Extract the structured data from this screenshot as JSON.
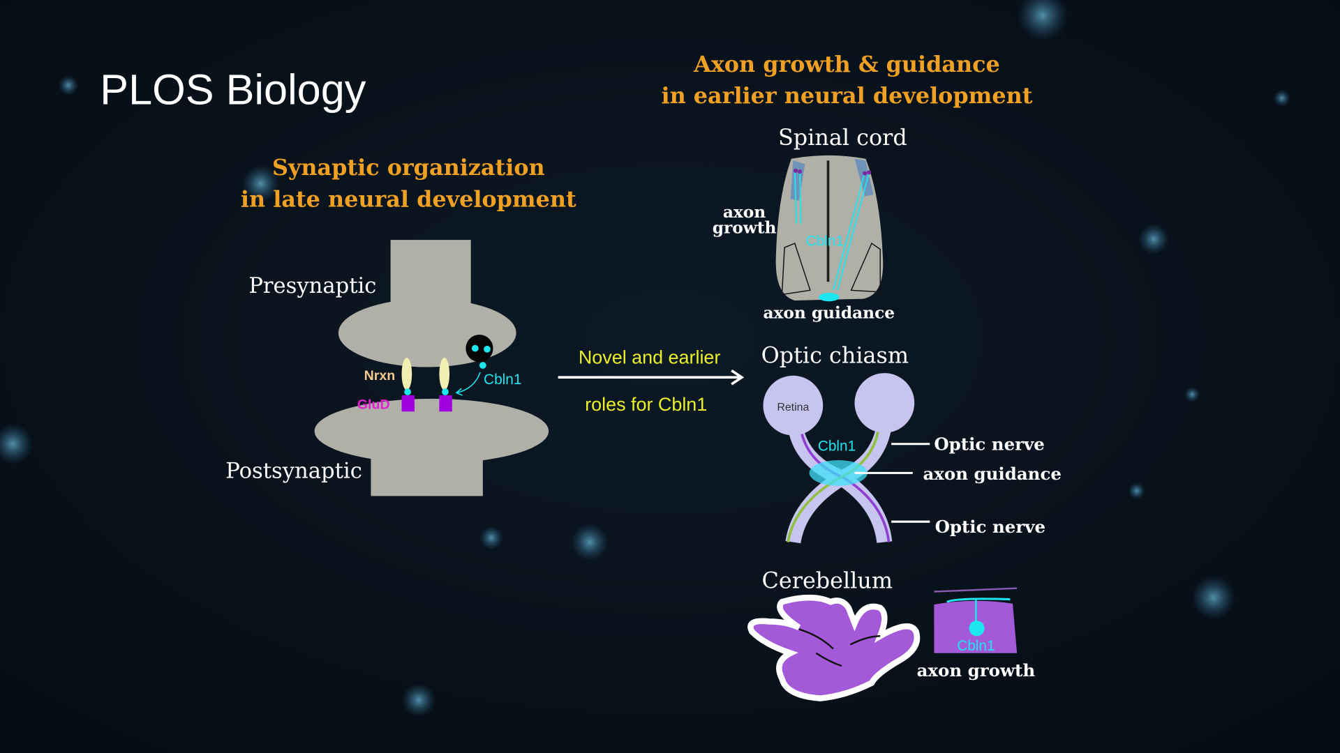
{
  "title": "PLOS Biology",
  "left_heading": [
    "Synaptic organization",
    "in late neural development"
  ],
  "right_heading": [
    "Axon growth & guidance",
    "in earlier neural development"
  ],
  "synapse": {
    "presynaptic": "Presynaptic",
    "postsynaptic": "Postsynaptic",
    "nrxn": "Nrxn",
    "glud": "GluD",
    "cbln1": "Cbln1"
  },
  "arrow": {
    "line1": "Novel and earlier",
    "line2": "roles for Cbln1"
  },
  "spinal_cord": {
    "title": "Spinal cord",
    "growth1": "axon",
    "growth2": "growth",
    "cbln1": "Cbln1",
    "guidance": "axon guidance"
  },
  "optic_chiasm": {
    "title": "Optic chiasm",
    "retina": "Retina",
    "cbln1": "Cbln1",
    "nerve_top": "Optic nerve",
    "guidance": "axon guidance",
    "nerve_bottom": "Optic nerve"
  },
  "cerebellum": {
    "title": "Cerebellum",
    "cbln1": "Cbln1",
    "growth": "axon growth"
  },
  "colors": {
    "orange": "#f0a022",
    "yellow": "#ecf028",
    "cyan": "#1ee6f0",
    "purple": "#a45ad8",
    "gray": "#b0b0a8",
    "magenta": "#e020d0"
  }
}
